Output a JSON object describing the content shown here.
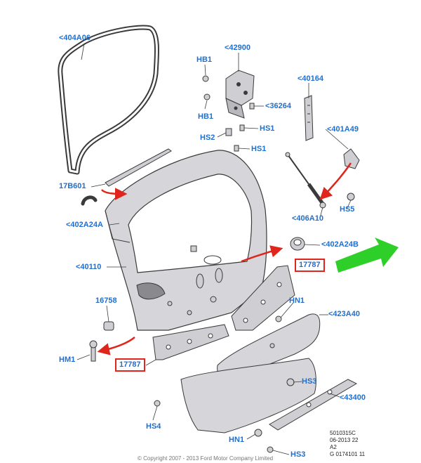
{
  "colors": {
    "callout": "#1f6fd1",
    "highlight_box": "#e0261c",
    "pointer_arrow": "#e0261c",
    "green_arrow": "#2fcf2a",
    "line_art": "#3a3a3a",
    "part_fill": "#cfcfd3"
  },
  "callouts": {
    "seal": "<404A06",
    "hinge": "<42900",
    "hb1_top": "HB1",
    "hb1_bottom": "HB1",
    "bracket_36264": "<36264",
    "hs1_top": "HS1",
    "hs2": "HS2",
    "hs1_bottom": "HS1",
    "lamp_40164": "<40164",
    "bracket_401A49": "<401A49",
    "moulding_17B601": "17B601",
    "strut_406A10": "<406A10",
    "hs5": "HS5",
    "bumper_402A24A": "<402A24A",
    "bumper_402A24B": "<402A24B",
    "liftgate_40110": "<40110",
    "reinforcement_right": "17787",
    "plug_16758": "16758",
    "hn1_right": "HN1",
    "trim_423A40": "<423A40",
    "hm1": "HM1",
    "reinforcement_left": "17787",
    "hs3_mid": "HS3",
    "hs4": "HS4",
    "appliqué_43400": "<43400",
    "hn1_bottom": "HN1",
    "hs3_bottom": "HS3"
  },
  "reference": {
    "line1": "5010315C",
    "line2": "06-2013 22",
    "line3": "A2",
    "line4": "G 0174101 11"
  },
  "copyright": "© Copyright 2007 - 2013 Ford Motor Company Limited"
}
